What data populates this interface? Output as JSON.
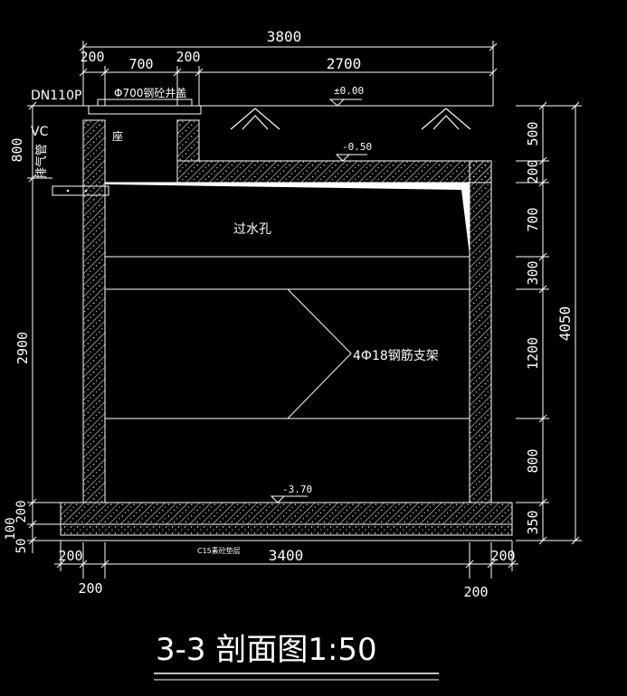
{
  "drawing": {
    "title": "3-3 剖面图1:50",
    "labels": {
      "pipe_dn": "DN110P",
      "pipe_vc": "VC",
      "vent_pipe": "排气管",
      "manhole_cover": "Φ700钢砼井盖",
      "seat": "座",
      "ground_level": "±0.00",
      "top_slab_level": "-0.50",
      "bottom_level": "-3.70",
      "overflow_hole": "过水孔",
      "rebar_support": "4Ф18钢筋支架",
      "cushion_note": "C15素砼垫层"
    },
    "dims_top": {
      "overall": "3800",
      "left_wall": "200",
      "opening": "700",
      "mid_wall": "200",
      "right_span": "2700"
    },
    "dims_right": {
      "d1": "500",
      "d2": "200",
      "d3": "700",
      "d4": "300",
      "d5": "1200",
      "d6": "800",
      "d7": "350",
      "total": "4050"
    },
    "dims_left": {
      "upper": "800",
      "main": "2900",
      "slab": "200",
      "cushion": "100",
      "sub": "50"
    },
    "dims_bottom": {
      "overhang_left": "200",
      "inner": "3400",
      "overhang_right": "200",
      "wall_left": "200",
      "wall_right": "200"
    }
  }
}
